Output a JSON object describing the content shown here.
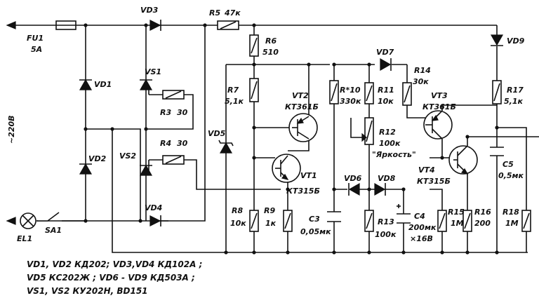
{
  "labels": {
    "fu1": "FU1",
    "fu1_rating": "5A",
    "vd3": "VD3",
    "r5": "R5",
    "r5_value": "47к",
    "r6": "R6",
    "r6_value": "510",
    "vd7": "VD7",
    "r14": "R14",
    "r14_value": "30к",
    "vd9": "VD9",
    "supply": "~220В",
    "vd1": "VD1",
    "vs1": "VS1",
    "r3": "R3",
    "r3_value": "30",
    "r7": "R7",
    "r7_value": "5,1к",
    "vt2": "VT2",
    "vt2_type": "КТ361Б",
    "r10": "R*10",
    "r10_value": "330к",
    "r11": "R11",
    "r11_value": "10к",
    "r12": "R12",
    "r12_value": "100к",
    "r12_note": "\"Яркость\"",
    "vt3": "VT3",
    "vt3_type": "КТ361Б",
    "r17": "R17",
    "r17_value": "5,1к",
    "r4": "R4",
    "r4_value": "30",
    "vd5": "VD5",
    "vd2": "VD2",
    "vs2": "VS2",
    "vt1": "VT1",
    "vt1_type": "КТ315Б",
    "vt4": "VT4",
    "vt4_type": "КТ315Б",
    "c5": "С5",
    "c5_value": "0,5мк",
    "vd6": "VD6",
    "vd8": "VD8",
    "vd4": "VD4",
    "el1": "EL1",
    "sa1": "SA1",
    "r8": "R8",
    "r8_value": "10к",
    "r9": "R9",
    "r9_value": "1к",
    "c3": "С3",
    "c3_value": "0,05мк",
    "r13": "R13",
    "r13_value": "100к",
    "c4": "С4",
    "c4_value": "200мк",
    "c4_voltage": "×16В",
    "r15": "R15",
    "r15_value": "1М",
    "r16": "R16",
    "r16_value": "200",
    "r18": "R18",
    "r18_value": "1М"
  },
  "notes": {
    "line1": "VD1, VD2 КД202;  VD3,VD4 КД102А ;",
    "line2": "VD5 КС202Ж ; VD6 - VD9 КД503А ;",
    "line3": "VS1, VS2 КУ202Н, BD151"
  }
}
